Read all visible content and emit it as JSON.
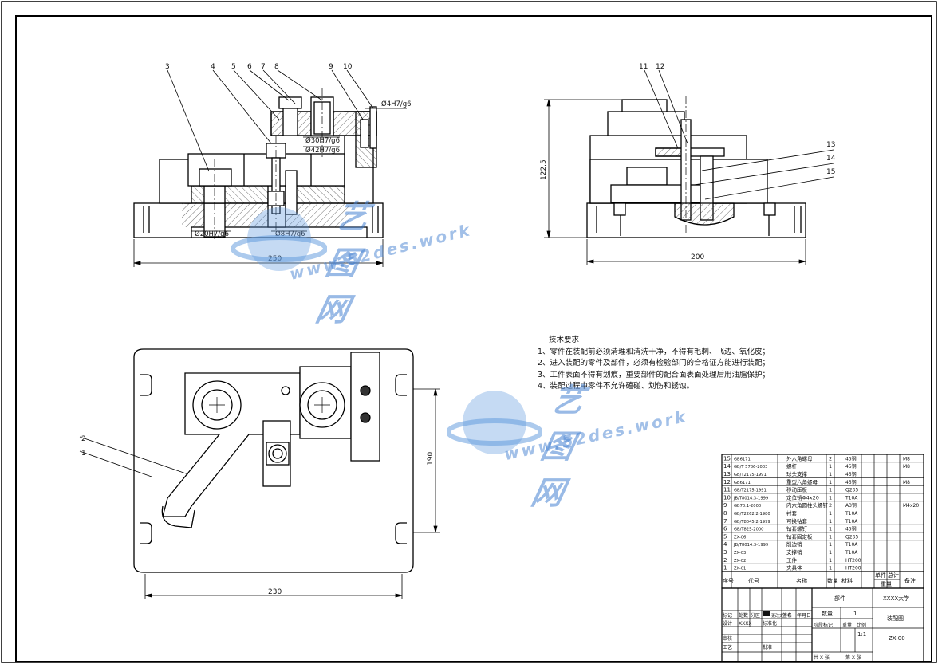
{
  "drawing": {
    "dims": {
      "front_width": "250",
      "side_width": "200",
      "height": "122.5",
      "plan_width": "230",
      "plan_height": "190"
    },
    "fits": {
      "f1": "Ø4H7/g6",
      "f2": "Ø30H7/g6",
      "f3": "Ø42H7/g6",
      "f4": "Ø20H7/g6",
      "f5": "Ø8H7/g6"
    },
    "callouts_front": [
      "3",
      "4",
      "5",
      "6",
      "7",
      "8",
      "9",
      "10"
    ],
    "callouts_side": [
      "11",
      "12",
      "13",
      "14",
      "15"
    ],
    "callouts_plan": [
      "2",
      "1"
    ]
  },
  "notes": {
    "title": "技术要求",
    "lines": [
      "1、零件在装配前必须清理和清洗干净，不得有毛刺、飞边、氧化皮；",
      "2、进入装配的零件及部件，必须有检验部门的合格证方能进行装配；",
      "3、工件表面不得有划痕，重要部件的配合面表面处理后用油脂保护；",
      "4、装配过程中零件不允许磕碰、划伤和锈蚀。"
    ]
  },
  "watermark": {
    "brand": "艺图网",
    "url": "www.52des.work"
  },
  "bom": {
    "rows": [
      {
        "no": "15",
        "code": "GB6171",
        "name": "外六角螺母",
        "qty": "2",
        "mat": "45钢",
        "note": "M8"
      },
      {
        "no": "14",
        "code": "GB/T 5786-2003",
        "name": "螺杆",
        "qty": "1",
        "mat": "45钢",
        "note": "M8"
      },
      {
        "no": "13",
        "code": "GB/T2175-1991",
        "name": "球头支撑",
        "qty": "1",
        "mat": "45钢",
        "note": ""
      },
      {
        "no": "12",
        "code": "GB6171",
        "name": "重型六角螺母",
        "qty": "1",
        "mat": "45钢",
        "note": "M8"
      },
      {
        "no": "11",
        "code": "GB/T2175-1991",
        "name": "移动压板",
        "qty": "1",
        "mat": "Q235",
        "note": ""
      },
      {
        "no": "10",
        "code": "JB/T8014.3-1999",
        "name": "定位销Φ4x20",
        "qty": "1",
        "mat": "T10A",
        "note": ""
      },
      {
        "no": "9",
        "code": "GB70.1-2000",
        "name": "内六角圆柱头螺钉",
        "qty": "2",
        "mat": "A3钢",
        "note": "M4x20"
      },
      {
        "no": "8",
        "code": "GB/T2262.2-1980",
        "name": "衬套",
        "qty": "1",
        "mat": "T10A",
        "note": ""
      },
      {
        "no": "7",
        "code": "GB/T8045.2-1999",
        "name": "可换钻套",
        "qty": "1",
        "mat": "T10A",
        "note": ""
      },
      {
        "no": "6",
        "code": "GB/T825-2000",
        "name": "钻套螺钉",
        "qty": "1",
        "mat": "45钢",
        "note": ""
      },
      {
        "no": "5",
        "code": "ZX-06",
        "name": "钻套固定板",
        "qty": "1",
        "mat": "Q235",
        "note": ""
      },
      {
        "no": "4",
        "code": "JB/T8014.3-1999",
        "name": "削边销",
        "qty": "1",
        "mat": "T10A",
        "note": ""
      },
      {
        "no": "3",
        "code": "ZX-03",
        "name": "支撑销",
        "qty": "1",
        "mat": "T10A",
        "note": ""
      },
      {
        "no": "2",
        "code": "ZX-02",
        "name": "工件",
        "qty": "1",
        "mat": "HT200",
        "note": ""
      },
      {
        "no": "1",
        "code": "ZX-01",
        "name": "夹具体",
        "qty": "1",
        "mat": "HT200",
        "note": ""
      }
    ],
    "header": {
      "no": "序号",
      "code": "代号",
      "name": "名称",
      "qty": "数量",
      "mat": "材料",
      "unit_weight": "单件",
      "total_weight": "总计",
      "weight": "重量",
      "note": "备注"
    }
  },
  "title_block": {
    "part_label": "部件",
    "school": "XXXX大学",
    "qty_label": "数量",
    "qty_value": "1",
    "drawing_name": "装配图",
    "stage_label": "阶段标记",
    "weight_label": "重量",
    "scale_label": "比例",
    "scale_value": "1:1",
    "drawing_no": "ZX-00",
    "design_label": "设计",
    "design_value": "XXXX",
    "std_label": "标准化",
    "check_label": "审核",
    "process_label": "工艺",
    "approve_label": "批准",
    "mark_label": "标记",
    "count_label": "处数",
    "zone_label": "分区",
    "doc_label": "更改文件号",
    "sign_label": "签名",
    "date_label": "年月日",
    "sheets_label": "共  X  张",
    "sheet_label": "第  X  张"
  }
}
